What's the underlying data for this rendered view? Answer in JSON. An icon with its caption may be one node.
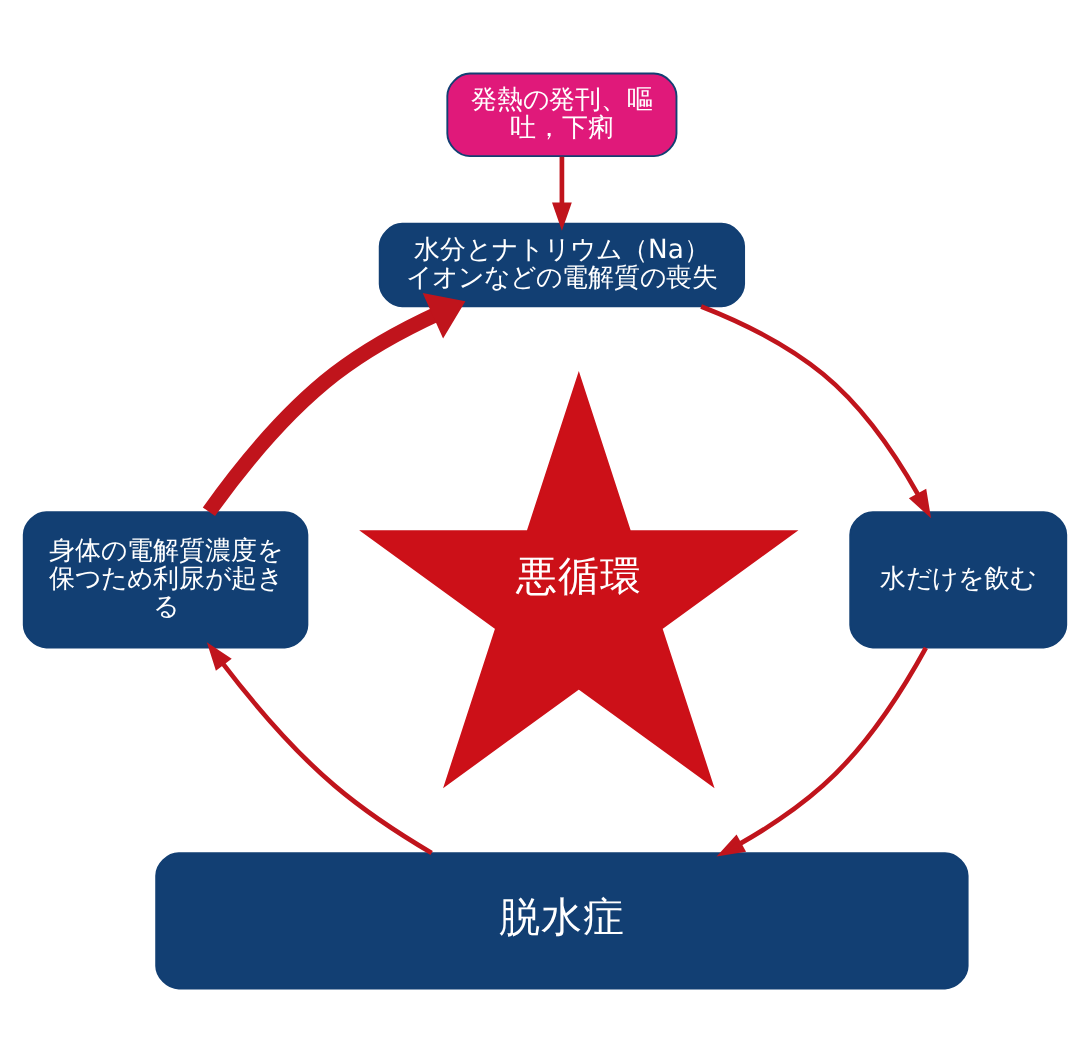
{
  "diagram": {
    "nodes": [
      {
        "text": [
          "発熱の発刊、嘔吐，下痢"
        ]
      },
      {
        "text": [
          "水分とナトリウム（Na）イオンなどの電解質の喪失"
        ]
      },
      {
        "text": [
          "水だけを飲む"
        ]
      },
      {
        "text": [
          "脱水症"
        ]
      },
      {
        "text": [
          "身体の電解質濃度を保つため利尿が起きる"
        ]
      },
      {
        "text": [
          "悪循環"
        ]
      }
    ],
    "edges": [
      {
        "from": 0,
        "to": 1,
        "arrow": "to"
      },
      {
        "from": 1,
        "to": 2,
        "arrow": "to"
      },
      {
        "from": 2,
        "to": 3,
        "arrow": "to"
      },
      {
        "from": 3,
        "to": 4,
        "arrow": "to"
      },
      {
        "from": 4,
        "to": 1,
        "arrow": "to",
        "style": "thick"
      }
    ]
  }
}
